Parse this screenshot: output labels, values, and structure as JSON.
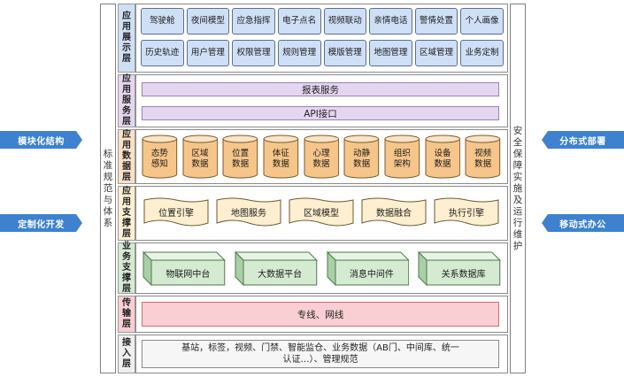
{
  "left_side_label": "标准规范与体系",
  "right_side_label": "安全保障实施及运行维护",
  "left_pills": [
    "模块化结构",
    "定制化开发"
  ],
  "right_pills": [
    "分布式部署",
    "移动式办公"
  ],
  "colors": {
    "pill_blue": "#3e82cf",
    "tile_blue": "#cfe0f6",
    "cylinder_orange": "#f6c589",
    "cylinder_top": "#fbe3c4",
    "paper_yellow": "#fdefcf",
    "block_green": "#d4ebd2",
    "bar_pink": "#f9cfd3",
    "bar_purple": "#e5d6f0"
  },
  "layers": {
    "app_display": {
      "label": "应用展示层",
      "label_color": "#cfe0f6",
      "tiles_row1": [
        "驾驶舱",
        "夜间模型",
        "应急指挥",
        "电子点名",
        "视频联动",
        "亲情电话",
        "警情处置",
        "个人画像"
      ],
      "tiles_row2": [
        "历史轨迹",
        "用户管理",
        "权限管理",
        "规则管理",
        "模版管理",
        "地图管理",
        "区域管理",
        "业务定制"
      ]
    },
    "app_service": {
      "label": "应用服务层",
      "label_color": "#e5d6f0",
      "bars": [
        "报表服务",
        "API接口"
      ]
    },
    "app_data": {
      "label": "应用数据层",
      "label_color": "#fbe0c6",
      "cylinders": [
        "态势感知",
        "区域数据",
        "位置数据",
        "体征数据",
        "心理数据",
        "动静数据",
        "组织架构",
        "设备数据",
        "视频数据"
      ]
    },
    "app_support": {
      "label": "应用支撑层",
      "label_color": "#fcefd2",
      "items": [
        "位置引擎",
        "地图服务",
        "区域模型",
        "数据融合",
        "执行引擎"
      ]
    },
    "biz_support": {
      "label": "业务支撑层",
      "label_color": "#d4ebd2",
      "items": [
        "物联网中台",
        "大数据平台",
        "消息中间件",
        "关系数据库"
      ]
    },
    "transport": {
      "label": "传输层",
      "label_color": "#f9cfd3",
      "bar": "专线、网线"
    },
    "access": {
      "label": "接入层",
      "label_color": "#efefef",
      "text": "基站，标签，视频、门禁、智能监仓、业务数据（AB门、中间库、统一认证…）、管理规范"
    }
  }
}
